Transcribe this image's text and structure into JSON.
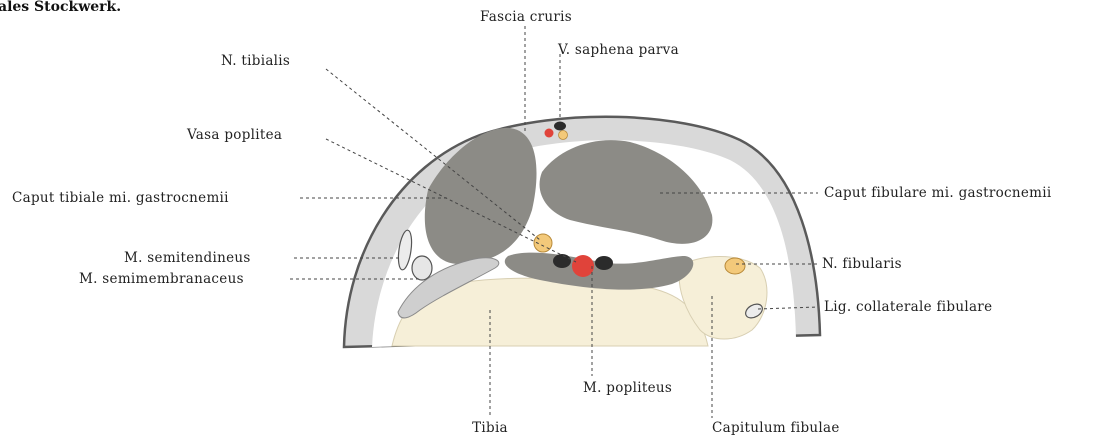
{
  "header": {
    "text": "ales Stockwerk."
  },
  "labels": {
    "fascia_cruris": "Fascia cruris",
    "v_saphena_parva": "V. saphena parva",
    "n_tibialis": "N. tibialis",
    "vasa_poplitea": "Vasa poplitea",
    "caput_tibiale": "Caput tibiale mi. gastrocnemii",
    "m_semitendineus": "M. semitendineus",
    "m_semimembranaceus": "M. semimembranaceus",
    "caput_fibulare": "Caput fibulare mi. gastrocnemii",
    "n_fibularis": "N. fibularis",
    "lig_collaterale": "Lig. collaterale fibulare",
    "m_popliteus": "M. popliteus",
    "tibia": "Tibia",
    "capitulum_fibulae": "Capitulum fibulae"
  },
  "colors": {
    "skin_outline": "#5a5a5a",
    "fascia": "#d9d9d9",
    "fat": "#ffffff",
    "muscle": "#8c8b86",
    "bone": "#f6efd8",
    "artery": "#e0433a",
    "vein": "#2b2b2b",
    "nerve": "#f3c97a"
  }
}
